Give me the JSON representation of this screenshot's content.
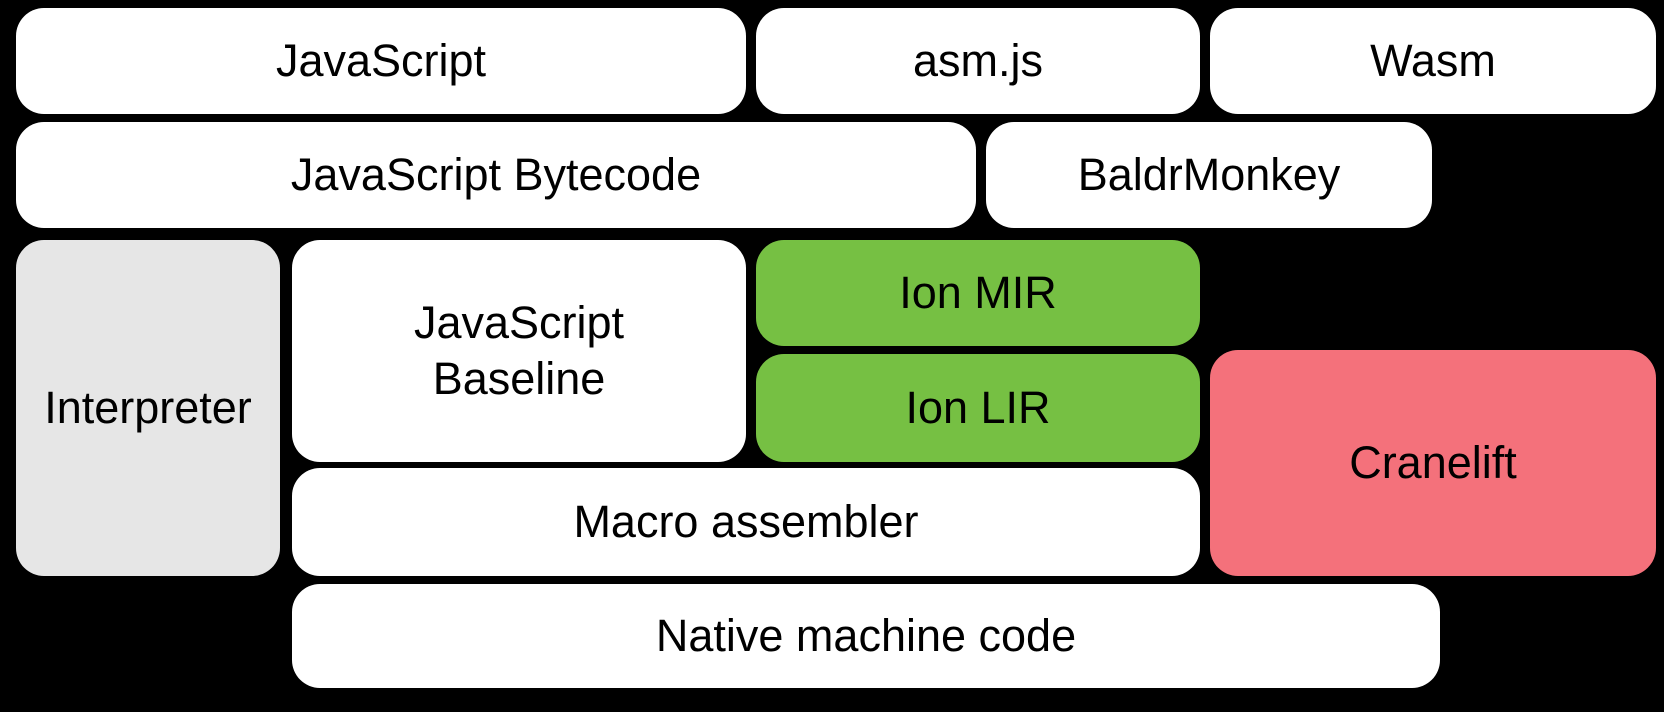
{
  "colors": {
    "background": "#000000",
    "white_box": "#ffffff",
    "gray_box": "#e6e6e6",
    "green_box": "#76c043",
    "pink_box": "#f4717b",
    "text": "#000000"
  },
  "boxes": [
    {
      "label": "JavaScript",
      "color": "#ffffff"
    },
    {
      "label": "asm.js",
      "color": "#ffffff"
    },
    {
      "label": "Wasm",
      "color": "#ffffff"
    },
    {
      "label": "JavaScript Bytecode",
      "color": "#ffffff"
    },
    {
      "label": "BaldrMonkey",
      "color": "#ffffff"
    },
    {
      "label": "Interpreter",
      "color": "#e6e6e6"
    },
    {
      "label": "JavaScript\nBaseline",
      "color": "#ffffff"
    },
    {
      "label": "Ion MIR",
      "color": "#76c043"
    },
    {
      "label": "Ion LIR",
      "color": "#76c043"
    },
    {
      "label": "Cranelift",
      "color": "#f4717b"
    },
    {
      "label": "Macro assembler",
      "color": "#ffffff"
    },
    {
      "label": "Native machine code",
      "color": "#ffffff"
    }
  ]
}
